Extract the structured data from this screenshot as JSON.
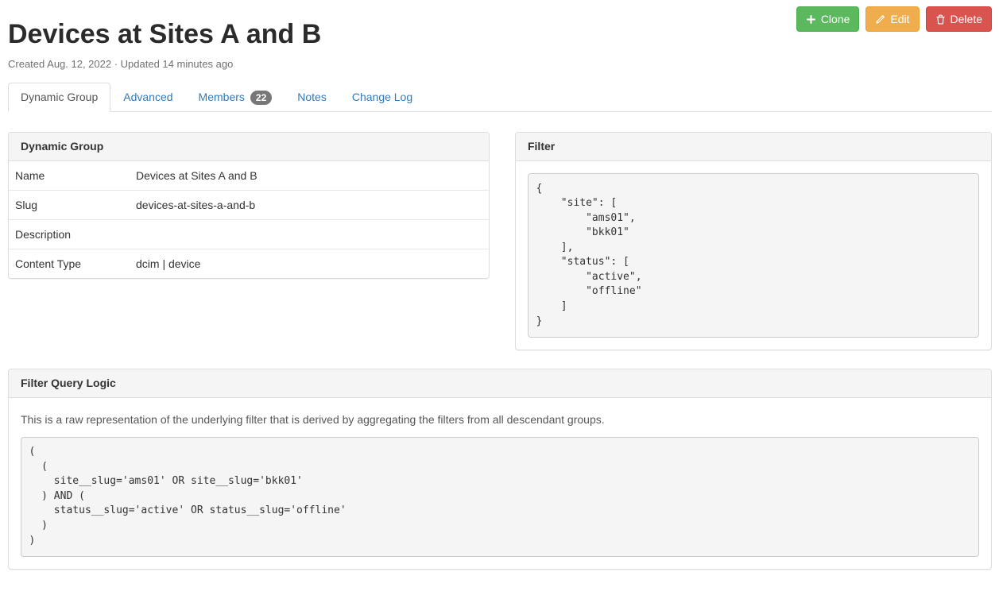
{
  "page": {
    "title": "Devices at Sites A and B",
    "meta": "Created Aug. 12, 2022 · Updated 14 minutes ago"
  },
  "actions": {
    "clone_label": "Clone",
    "edit_label": "Edit",
    "delete_label": "Delete"
  },
  "colors": {
    "clone_green": "#5cb85c",
    "edit_orange": "#f0ad4e",
    "delete_red": "#d9534f",
    "tab_link_blue": "#337ab7",
    "badge_gray": "#777777",
    "panel_heading_bg": "#f5f5f5"
  },
  "tabs": [
    {
      "label": "Dynamic Group",
      "active": true
    },
    {
      "label": "Advanced",
      "active": false
    },
    {
      "label": "Members",
      "badge": "22",
      "active": false
    },
    {
      "label": "Notes",
      "active": false
    },
    {
      "label": "Change Log",
      "active": false
    }
  ],
  "dynamic_group_panel": {
    "title": "Dynamic Group",
    "rows": [
      {
        "label": "Name",
        "value": "Devices at Sites A and B"
      },
      {
        "label": "Slug",
        "value": "devices-at-sites-a-and-b"
      },
      {
        "label": "Description",
        "value": ""
      },
      {
        "label": "Content Type",
        "value": "dcim | device"
      }
    ]
  },
  "filter_panel": {
    "title": "Filter",
    "code": "{\n    \"site\": [\n        \"ams01\",\n        \"bkk01\"\n    ],\n    \"status\": [\n        \"active\",\n        \"offline\"\n    ]\n}"
  },
  "filter_query_logic_panel": {
    "title": "Filter Query Logic",
    "description": "This is a raw representation of the underlying filter that is derived by aggregating the filters from all descendant groups.",
    "code": "(\n  (\n    site__slug='ams01' OR site__slug='bkk01'\n  ) AND (\n    status__slug='active' OR status__slug='offline'\n  )\n)"
  }
}
